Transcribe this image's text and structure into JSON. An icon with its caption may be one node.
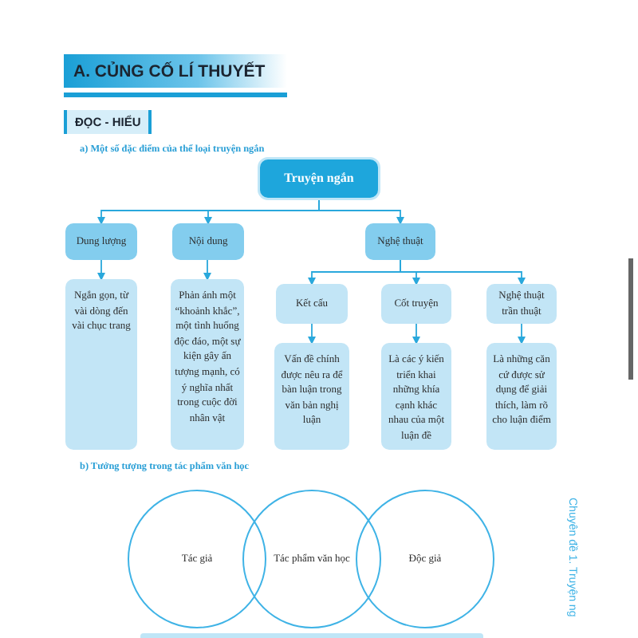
{
  "diagram": {
    "nodes": [
      {
        "text": [
          "Truyện ngắn"
        ]
      },
      {
        "text": [
          "Dung lượng"
        ]
      },
      {
        "text": [
          "Nội dung"
        ]
      },
      {
        "text": [
          "Nghệ thuật"
        ]
      },
      {
        "text": [
          "Ngắn gọn, từ vài dòng đến vài chục trang"
        ]
      },
      {
        "text": [
          "Phản ánh một “khoảnh khắc”, một tình huống độc đáo, một sự kiện gây ấn tượng mạnh, có ý nghĩa nhất trong cuộc đời nhân vật"
        ]
      },
      {
        "text": [
          "Kết cấu"
        ]
      },
      {
        "text": [
          "Cốt truyện"
        ]
      },
      {
        "text": [
          "Nghệ thuật trần thuật"
        ]
      },
      {
        "text": [
          "Vấn đề chính được nêu ra để bàn luận trong văn bản nghị luận"
        ]
      },
      {
        "text": [
          "Là các ý kiến triển khai những khía cạnh khác nhau của một luận đề"
        ]
      },
      {
        "text": [
          "Là những căn cứ được sử dụng để giải thích, làm rõ cho luận điểm"
        ]
      },
      {
        "text": [
          "Tác giả"
        ]
      },
      {
        "text": [
          "Tác phẩm văn học"
        ]
      },
      {
        "text": [
          "Độc giả"
        ]
      }
    ],
    "edges": [
      {
        "from": 0,
        "to": 1,
        "arrow": "to"
      },
      {
        "from": 0,
        "to": 2,
        "arrow": "to"
      },
      {
        "from": 0,
        "to": 3,
        "arrow": "to"
      },
      {
        "from": 1,
        "to": 4,
        "arrow": "to"
      },
      {
        "from": 2,
        "to": 5,
        "arrow": "to"
      },
      {
        "from": 3,
        "to": 6,
        "arrow": "to"
      },
      {
        "from": 3,
        "to": 7,
        "arrow": "to"
      },
      {
        "from": 3,
        "to": 8,
        "arrow": "to"
      },
      {
        "from": 6,
        "to": 9,
        "arrow": "to"
      },
      {
        "from": 7,
        "to": 10,
        "arrow": "to"
      },
      {
        "from": 8,
        "to": 11,
        "arrow": "to"
      }
    ],
    "labels": [
      "A. CỦNG CỐ LÍ THUYẾT",
      "ĐỌC - HIỂU",
      "a) Một số đặc điểm của thể loại truyện ngắn",
      "b) Tưởng tượng trong tác phẩm văn học",
      "Chuyên đề 1. Truyện ng"
    ]
  }
}
